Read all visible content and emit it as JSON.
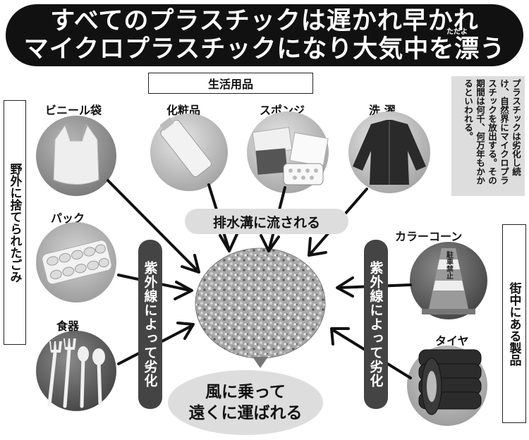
{
  "title": {
    "line1": "すべてのプラスチックは遅かれ早かれ",
    "line2": "マイクロプラスチックになり大気中を漂う",
    "ruby": "ただよ"
  },
  "categories": {
    "daily_goods": "生活用品",
    "outdoor_litter": "野外に捨てられたごみ",
    "street_products": "街中にある製品"
  },
  "note": "プラスチックは劣化し続け、自然界にマイクロプラスチックを放出する。その期間は何千、何万年もかかるといわれる。",
  "items": {
    "vinyl_bag": "ビニール袋",
    "cosmetics": "化粧品",
    "sponge": "スポンジ",
    "laundry": "洗 濯",
    "pack": "パック",
    "tableware": "食器",
    "traffic_cone": "カラーコーン",
    "tire": "タイヤ"
  },
  "cone_text": "駐車禁止",
  "labels": {
    "drain": "排水溝に流される",
    "uv_left": "紫外線によって劣化",
    "uv_right": "紫外線によって劣化",
    "wind_line1": "風に乗って",
    "wind_line2": "遠くに運ばれる"
  },
  "colors": {
    "title_bg": "#111111",
    "panel_gray": "#dddddd",
    "dark_pill": "#444444"
  }
}
